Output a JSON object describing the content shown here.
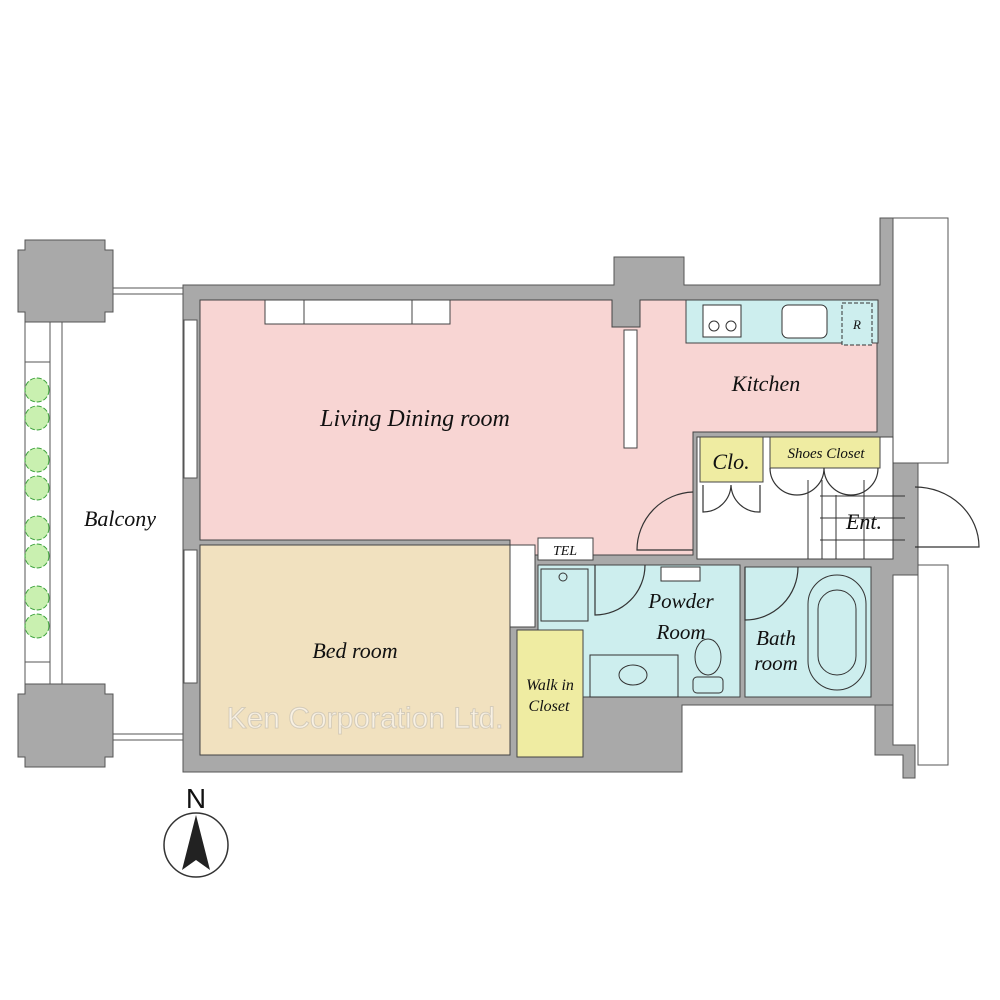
{
  "rooms": {
    "living": "Living Dining room",
    "kitchen": "Kitchen",
    "refrigerator": "R",
    "closet": "Clo.",
    "shoes_closet": "Shoes Closet",
    "entrance": "Ent.",
    "tel": "TEL",
    "powder_1": "Powder",
    "powder_2": "Room",
    "bath_1": "Bath",
    "bath_2": "room",
    "bedroom": "Bed room",
    "walkin_1": "Walk in",
    "walkin_2": "Closet",
    "balcony": "Balcony"
  },
  "compass": {
    "label": "N"
  },
  "watermark": "Ken Corporation Ltd.",
  "colors": {
    "living": "#f8d5d3",
    "bedroom": "#f1e1bf",
    "wet": "#cdeeee",
    "storage": "#efeca2",
    "wall": "#a9a9a9",
    "plant": "#c9f0b0"
  }
}
